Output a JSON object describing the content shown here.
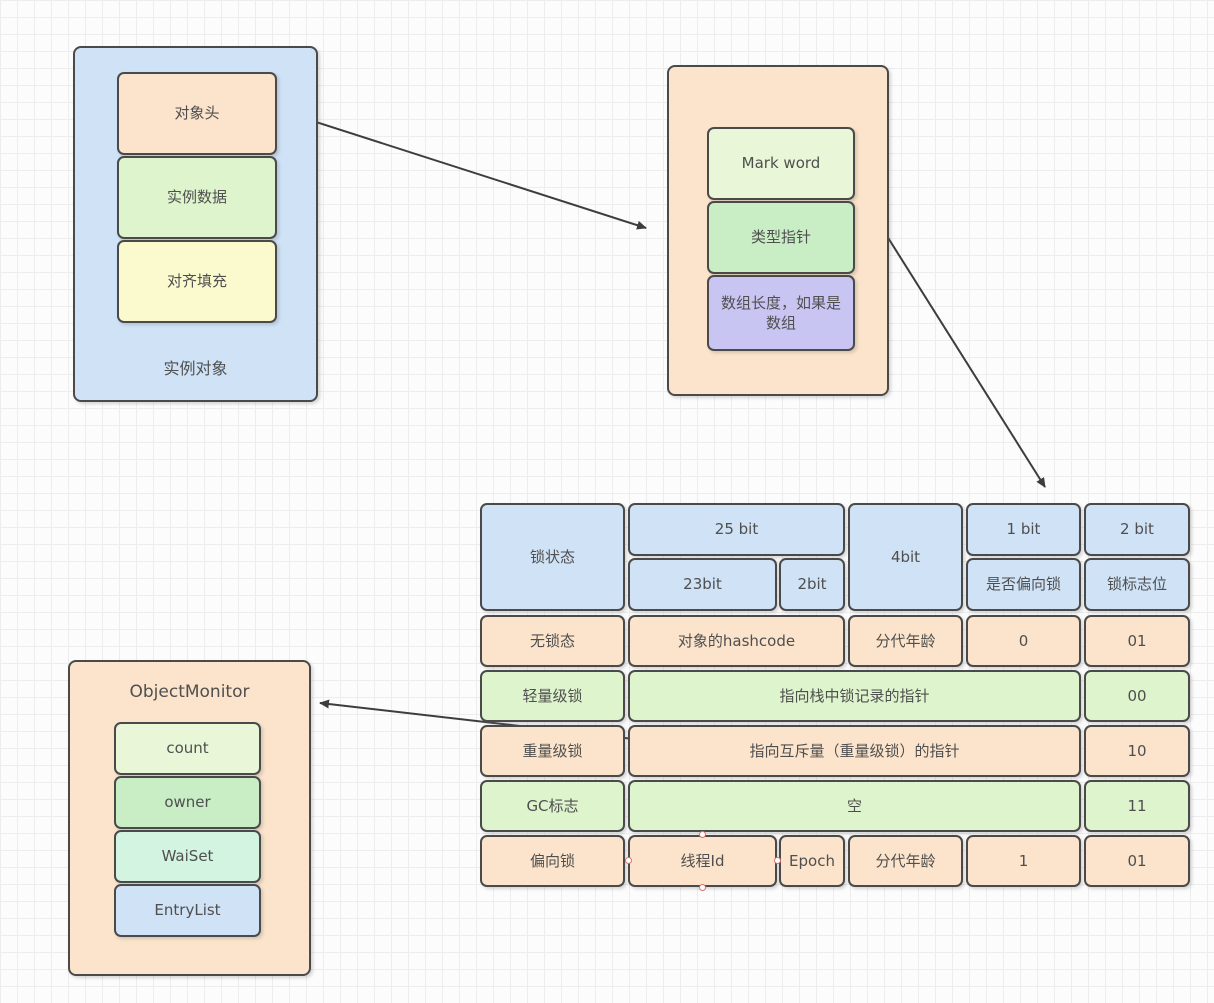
{
  "palette": {
    "blue": "#cfe2f6",
    "orange": "#fbe4cb",
    "green": "#def4cd",
    "yellow_green": "#e9f7d8",
    "mint": "#c9eec6",
    "teal": "#d2f4e1",
    "purple": "#c9c5f3",
    "yellow": "#fbf9ce",
    "stroke": "#4a4a4a"
  },
  "instance_object": {
    "label": "实例对象",
    "cells": [
      {
        "text": "对象头"
      },
      {
        "text": "实例数据"
      },
      {
        "text": "对齐填充"
      }
    ]
  },
  "object_header": {
    "cells": [
      {
        "text": "Mark  word"
      },
      {
        "text": "类型指针"
      },
      {
        "text": "数组长度，如果是数组"
      }
    ]
  },
  "object_monitor": {
    "title": "ObjectMonitor",
    "cells": [
      {
        "text": "count"
      },
      {
        "text": "owner"
      },
      {
        "text": "WaiSet"
      },
      {
        "text": "EntryList"
      }
    ]
  },
  "mark_word_table": {
    "header": {
      "lock_state": "锁状态",
      "bits_25": "25 bit",
      "bits_23": "23bit",
      "bits_2_sub": "2bit",
      "bits_4": "4bit",
      "bit_1": "1 bit",
      "is_biased": "是否偏向锁",
      "bits_2": "2 bit",
      "lock_flag": "锁标志位"
    },
    "rows": [
      {
        "state": "无锁态",
        "hashcode": "对象的hashcode",
        "age": "分代年龄",
        "biased": "0",
        "flag": "01"
      },
      {
        "state": "轻量级锁",
        "content": "指向栈中锁记录的指针",
        "flag": "00"
      },
      {
        "state": "重量级锁",
        "content": "指向互斥量（重量级锁）的指针",
        "flag": "10"
      },
      {
        "state": "GC标志",
        "content": "空",
        "flag": "11"
      },
      {
        "state": "偏向锁",
        "thread_id": "线程Id",
        "epoch": "Epoch",
        "age": "分代年龄",
        "biased": "1",
        "flag": "01"
      }
    ]
  }
}
